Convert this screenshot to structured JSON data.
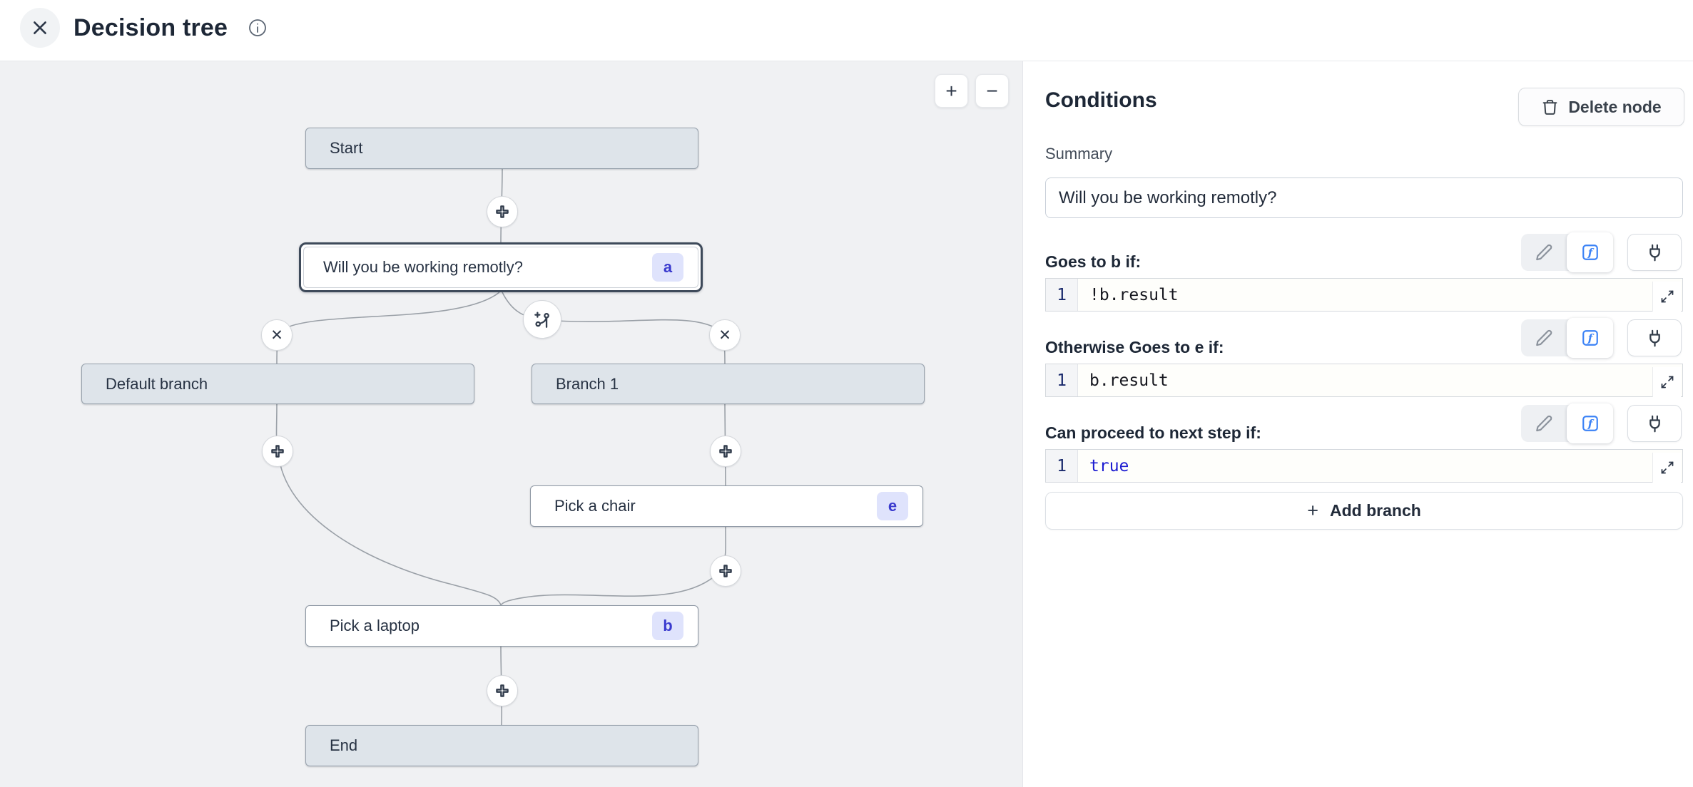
{
  "header": {
    "title": "Decision tree"
  },
  "canvas": {
    "zoom_in_label": "+",
    "zoom_out_label": "−",
    "nodes": {
      "start": {
        "label": "Start"
      },
      "decision": {
        "label": "Will you be working remotly?",
        "badge": "a"
      },
      "default_branch": {
        "label": "Default branch"
      },
      "branch1": {
        "label": "Branch 1"
      },
      "chair": {
        "label": "Pick a chair",
        "badge": "e"
      },
      "laptop": {
        "label": "Pick a laptop",
        "badge": "b"
      },
      "end": {
        "label": "End"
      }
    },
    "delete_branch_glyph": "✕"
  },
  "panel": {
    "title": "Conditions",
    "delete_button_label": "Delete node",
    "summary_label": "Summary",
    "summary_value": "Will you be working remotly?",
    "sections": [
      {
        "label": "Goes to b if:",
        "line_number": "1",
        "code": "!b.result"
      },
      {
        "label": "Otherwise Goes to e if:",
        "line_number": "1",
        "code": "b.result"
      },
      {
        "label": "Can proceed to next step if:",
        "line_number": "1",
        "code": "true"
      }
    ],
    "add_branch_plus": "+",
    "add_branch_label": "Add branch"
  },
  "colors": {
    "canvas_bg": "#f0f1f3",
    "node_gray_fill": "#dee4ea",
    "node_border": "#97a1ac",
    "selected_border": "#3e4a5a",
    "badge_bg": "#dfe3fc",
    "badge_text": "#3a3ace",
    "connector": "#9aa0a7",
    "accent_blue": "#3b82f6",
    "code_keyword_blue": "#1d1dd1",
    "gutter_number": "#1a2a6c"
  }
}
